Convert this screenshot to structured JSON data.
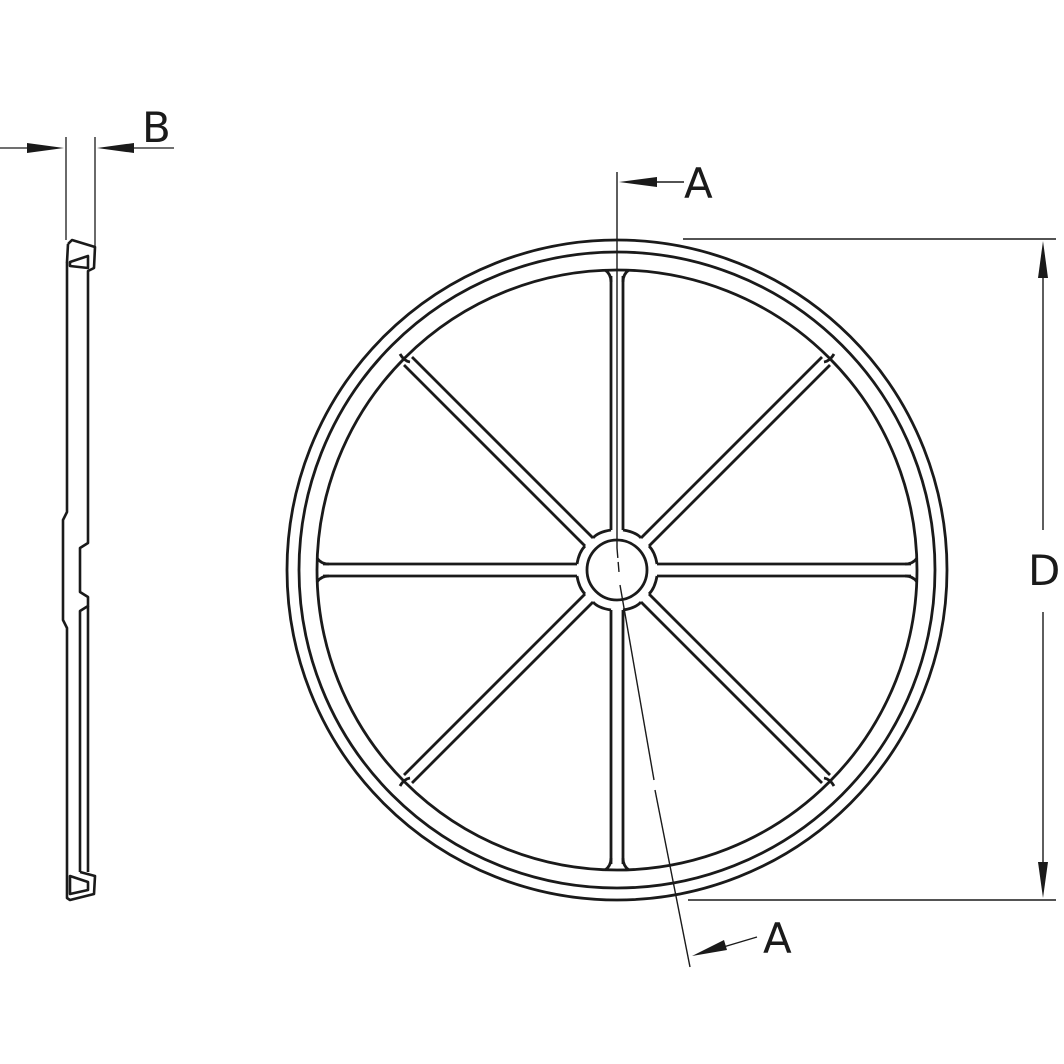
{
  "drawing": {
    "title": "Spoked wheel / grate technical drawing",
    "colors": {
      "line": "#1a1a1a",
      "background": "#ffffff"
    }
  },
  "labels": {
    "thickness": "B",
    "section_top": "A",
    "section_bottom": "A",
    "diameter": "D"
  },
  "views": {
    "side_view": {
      "description": "Side profile showing thickness B"
    },
    "front_view": {
      "description": "Front view with 8 spokes, hub, double rim",
      "spoke_count": 8
    }
  }
}
